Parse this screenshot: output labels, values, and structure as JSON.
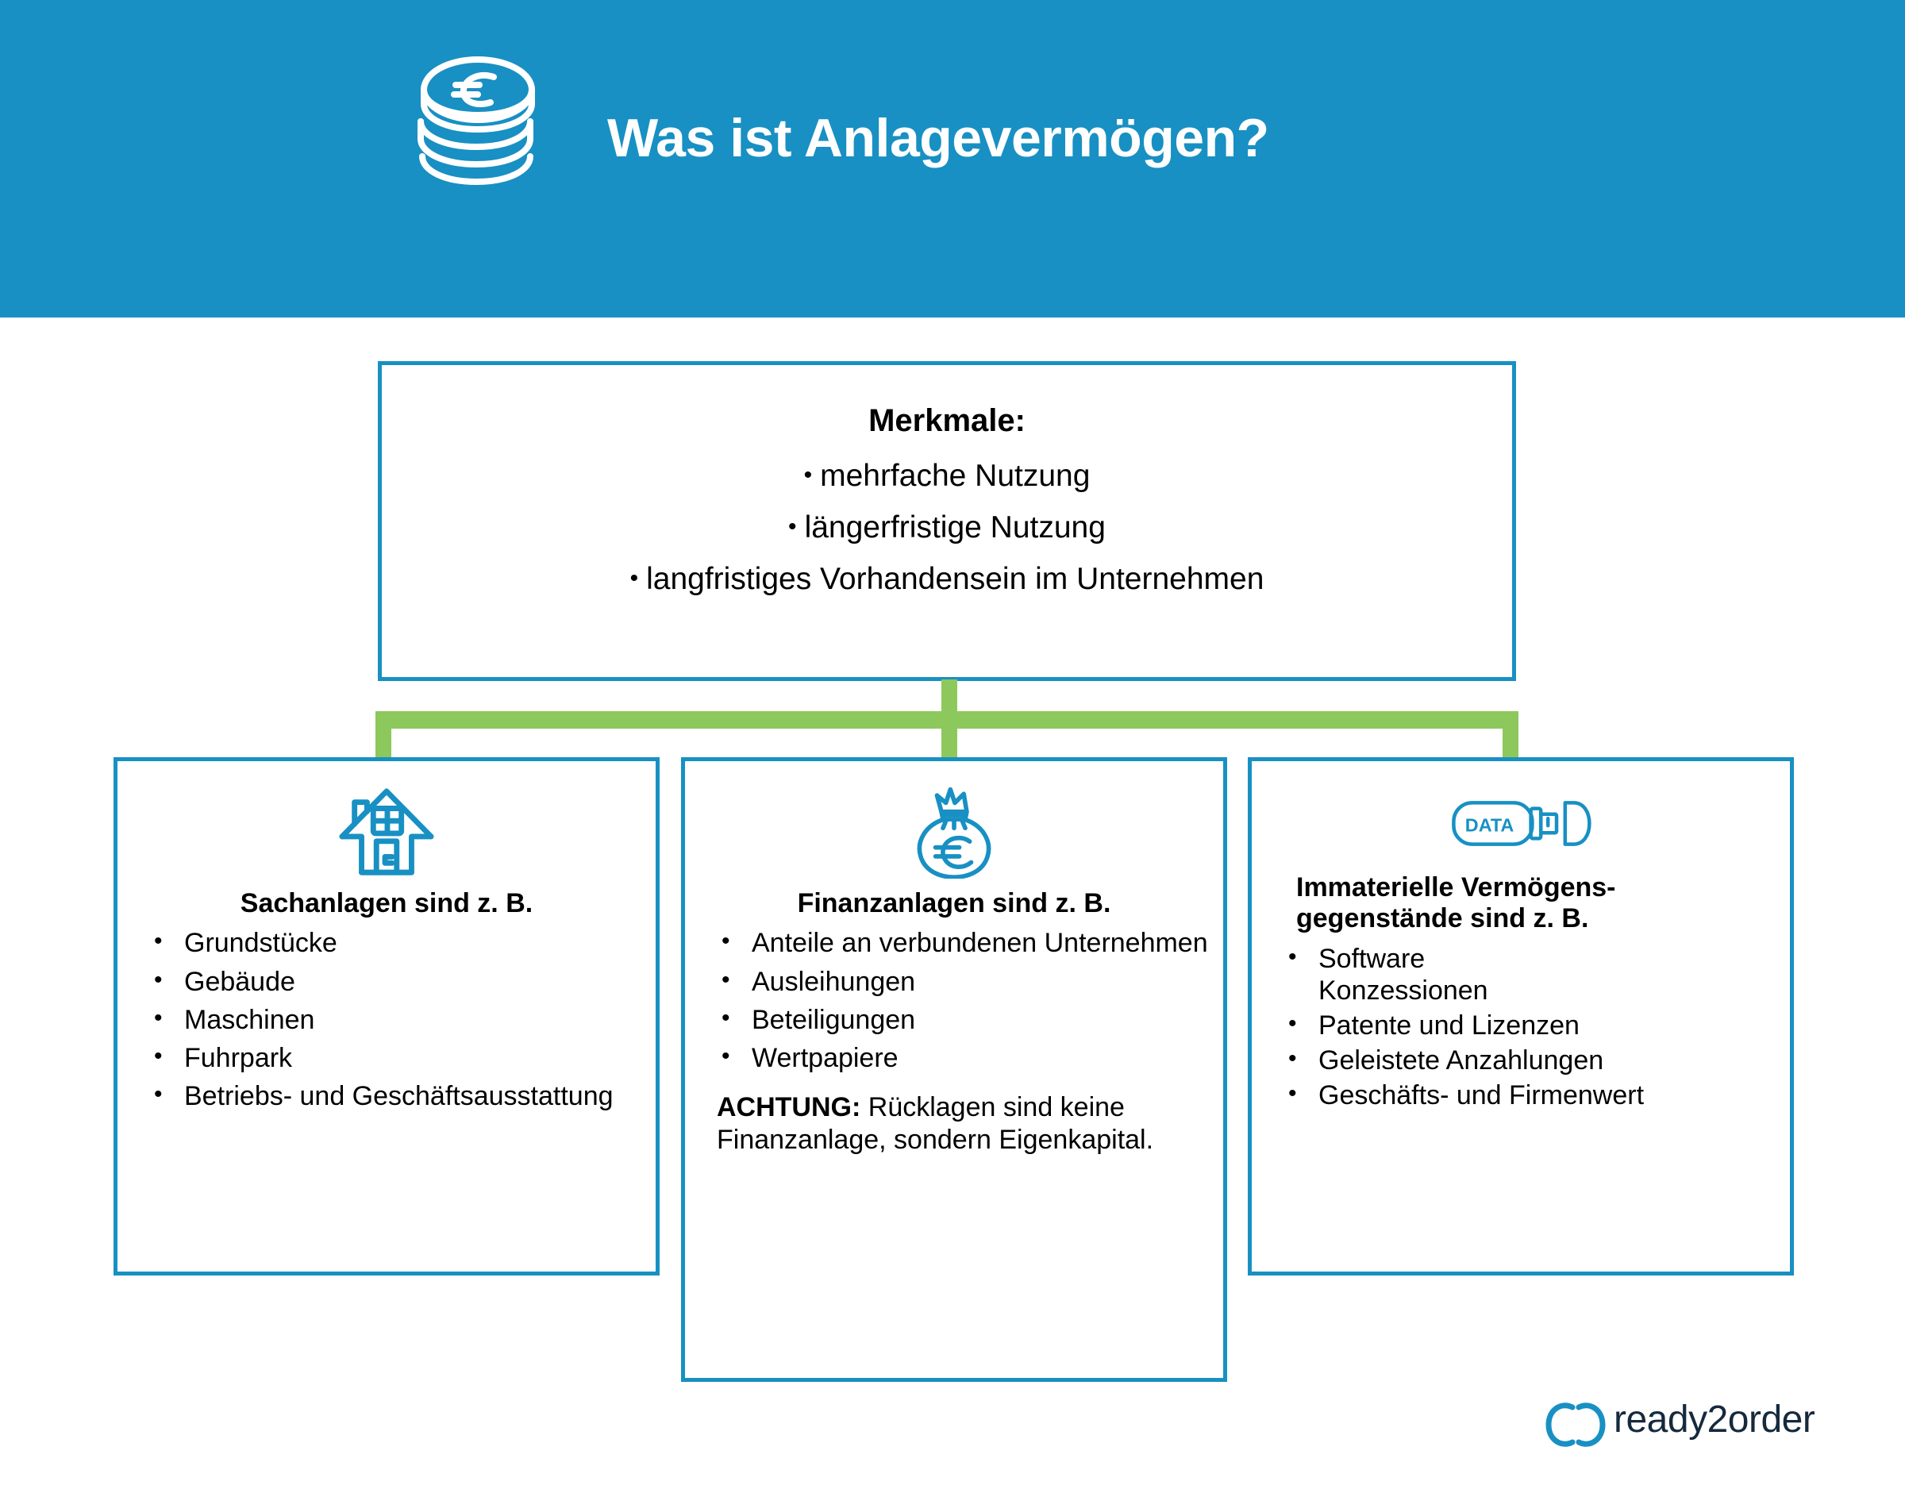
{
  "colors": {
    "brand_blue": "#1890C3",
    "connector_green": "#8DC85C",
    "text_black": "#000000",
    "logo_navy": "#16293D",
    "white": "#FFFFFF"
  },
  "header": {
    "title": "Was ist Anlagevermögen?",
    "icon": "coin-stack-euro-icon"
  },
  "merkmale": {
    "title": "Merkmale:",
    "bullet_char": "•",
    "items": [
      "mehrfache Nutzung",
      "längerfristige Nutzung",
      "langfristiges Vorhandensein im Unternehmen"
    ]
  },
  "columns": [
    {
      "id": "sachanlagen",
      "icon": "house-icon",
      "heading": "Sachanlagen sind z. B.",
      "bullet_char": "•",
      "items": [
        "Grundstücke",
        "Gebäude",
        "Maschinen",
        "Fuhrpark",
        "Betriebs- und Geschäftsausstattung"
      ],
      "note": null
    },
    {
      "id": "finanzanlagen",
      "icon": "money-bag-euro-icon",
      "heading": "Finanzanlagen sind z. B.",
      "bullet_char": "•",
      "items": [
        "Anteile an verbundenen Unternehmen",
        "Ausleihungen",
        "Beteiligungen",
        "Wertpapiere"
      ],
      "note_label": "ACHTUNG:",
      "note_text": " Rücklagen sind keine Finanzanlage, sondern Eigenkapital."
    },
    {
      "id": "immaterielle-vermoegensgegenstaende",
      "icon": "usb-data-stick-icon",
      "icon_label": "DATA",
      "heading": "Immaterielle Vermögens-gegenstände sind z. B.",
      "bullet_char": "•",
      "items": [
        "Software\nKonzessionen",
        "Patente und Lizenzen",
        "Geleistete Anzahlungen",
        "Geschäfts- und Firmenwert"
      ],
      "note": null
    }
  ],
  "logo": {
    "text": "ready2order",
    "mark": "interlocking-circles-icon"
  }
}
